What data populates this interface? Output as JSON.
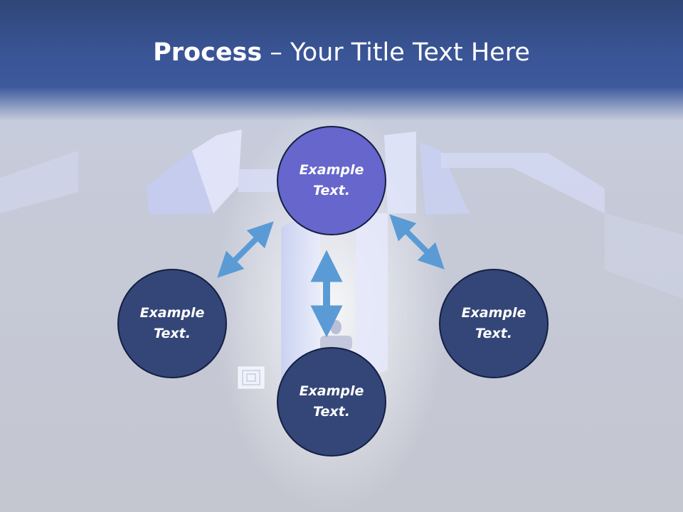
{
  "title": {
    "bold": "Process",
    "rest": " – Your Title Text Here"
  },
  "nodes": {
    "top": {
      "line1": "Example",
      "line2": "Text."
    },
    "left": {
      "line1": "Example",
      "line2": "Text."
    },
    "right": {
      "line1": "Example",
      "line2": "Text."
    },
    "bottom": {
      "line1": "Example",
      "line2": "Text."
    }
  },
  "colors": {
    "header": "#3d5a9d",
    "top_node": "#6666cc",
    "node": "#334677",
    "node_border": "#141f44",
    "arrow": "#5b9bd5"
  },
  "icons": [
    "double-arrow-icon"
  ]
}
